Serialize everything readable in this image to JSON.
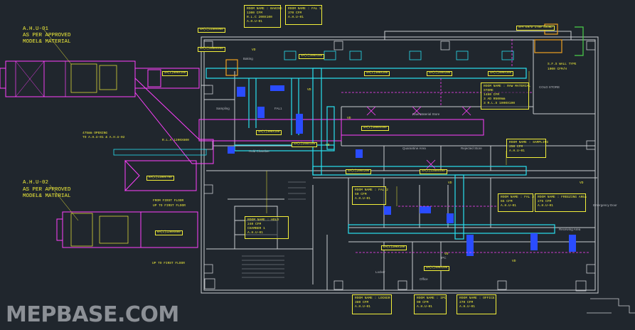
{
  "logo": "MEPBASE.COM",
  "units": {
    "ahu1": {
      "title": "A.H.U-01",
      "note1": "AS PER APPROVED",
      "note2": "MODEL& MATERIAL"
    },
    "ahu2": {
      "title": "A.H.U-02",
      "note1": "AS PER APPROVED",
      "note2": "MODEL& MATERIAL"
    }
  },
  "rooms": [
    {
      "l1": "ROOM NAME : BAKING",
      "l2": "1300 CFM",
      "l3": "R.L.C 200X100",
      "l4": "A.H.U-01"
    },
    {
      "l1": "ROOM NAME : FAL 1",
      "l2": "370 CFM",
      "l3": "A.H.U-01"
    },
    {
      "l1": "ROOM NAME : RAW MATERIAL",
      "l2": "STORE",
      "l3": "1480 CFM",
      "l4": "3 AD R500mm",
      "l5": "3 R.L.S 1000X100"
    },
    {
      "l1": "ROOM NAME : SAMPLING",
      "l2": "250 CFM",
      "l3": "A.H.U-01"
    },
    {
      "l1": "ROOM NAME : FAL 2",
      "l2": "50 CFM",
      "l3": "A.H.U-01"
    },
    {
      "l1": "ROOM NAME : HOLD",
      "l2": "240 CFM",
      "l3": "CHAMBER 1",
      "l4": "A.H.U-01"
    },
    {
      "l1": "ROOM NAME : FAL 3",
      "l2": "65 CFM",
      "l3": "A.H.U-01"
    },
    {
      "l1": "ROOM NAME : FREEZING AREA",
      "l2": "275 CFM",
      "l3": "A.H.U-01"
    },
    {
      "l1": "ROOM NAME : LOCKER",
      "l2": "380 CFM",
      "l3": "A.H.U-01"
    },
    {
      "l1": "ROOM NAME : IPC",
      "l2": "90 CFM",
      "l3": "A.H.U-01"
    },
    {
      "l1": "ROOM NAME : OFFICE",
      "l2": "270 CFM",
      "l3": "A.H.U-01"
    }
  ],
  "notes": {
    "fresh_air": "SFA ER/D 1750 SOUND",
    "rla": "R.L.A 1200X600",
    "exhaust_up": "475mm OPENING",
    "to_first": "TO A.H.U-01 & A.H.U-02",
    "wall_fan": "S.F.S WALL TYPE",
    "wall_fan2": "1000 CFM/H",
    "up_first": "UP TO FIRST FLOOR",
    "from_first": "FROM FIRST FLOOR",
    "up_first2": "UP TO FIRST FLOOR"
  },
  "duct_tags": [
    "SA(L)1150x900",
    "SA(L)1500x400",
    "SA(L)800x150",
    "SA(L)350x150",
    "SA(L)300x200",
    "SA(L)250x200",
    "SA(L)500x350",
    "SA(L)300x150",
    "SA(L)250x150",
    "RA(L)1100x700",
    "RA(L)1200x600",
    "SA(L)1800x400",
    "SA(L)1350x400",
    "SA(L)200x200",
    "EA(L)200x150",
    "SA(L)400x200"
  ],
  "room_labels": [
    "Raw Material Store",
    "Quarantine Area",
    "Rejected Store",
    "COLD STORE",
    "Emergency Door",
    "Receiving Area",
    "Office",
    "Locker",
    "Hold Chamber",
    "Baking",
    "FAL1",
    "Sampling",
    "IPC"
  ],
  "vd": "VD"
}
